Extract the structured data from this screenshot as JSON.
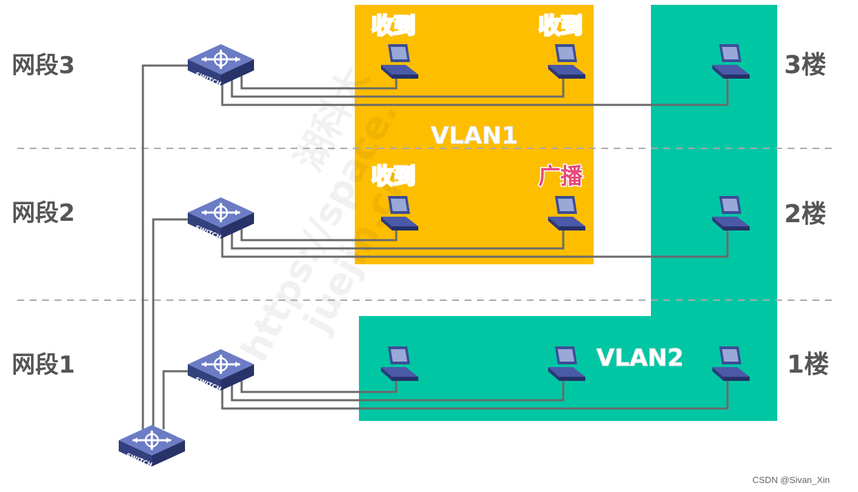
{
  "segments": {
    "seg3": "网段3",
    "seg2": "网段2",
    "seg1": "网段1"
  },
  "floors": {
    "floor3": "3楼",
    "floor2": "2楼",
    "floor1": "1楼"
  },
  "vlans": {
    "vlan1": "VLAN1",
    "vlan2": "VLAN2"
  },
  "pc_labels": {
    "f3_left": "收到",
    "f3_right": "收到",
    "f2_left": "收到",
    "f2_right": "广播"
  },
  "switch_label": "SWITCH",
  "watermark": {
    "line1": "https://space.",
    "line2": "juejin.cn",
    "line3": "湖科大"
  },
  "credit": "CSDN @Sivan_Xin",
  "colors": {
    "vlan1_fill": "#fdbe00",
    "vlan2_fill": "#00c6a4",
    "received_text": "#ffffff",
    "broadcast_text": "#e8487a",
    "switch_blue": "#4a5aa8",
    "pc_blue": "#3b4d96"
  }
}
